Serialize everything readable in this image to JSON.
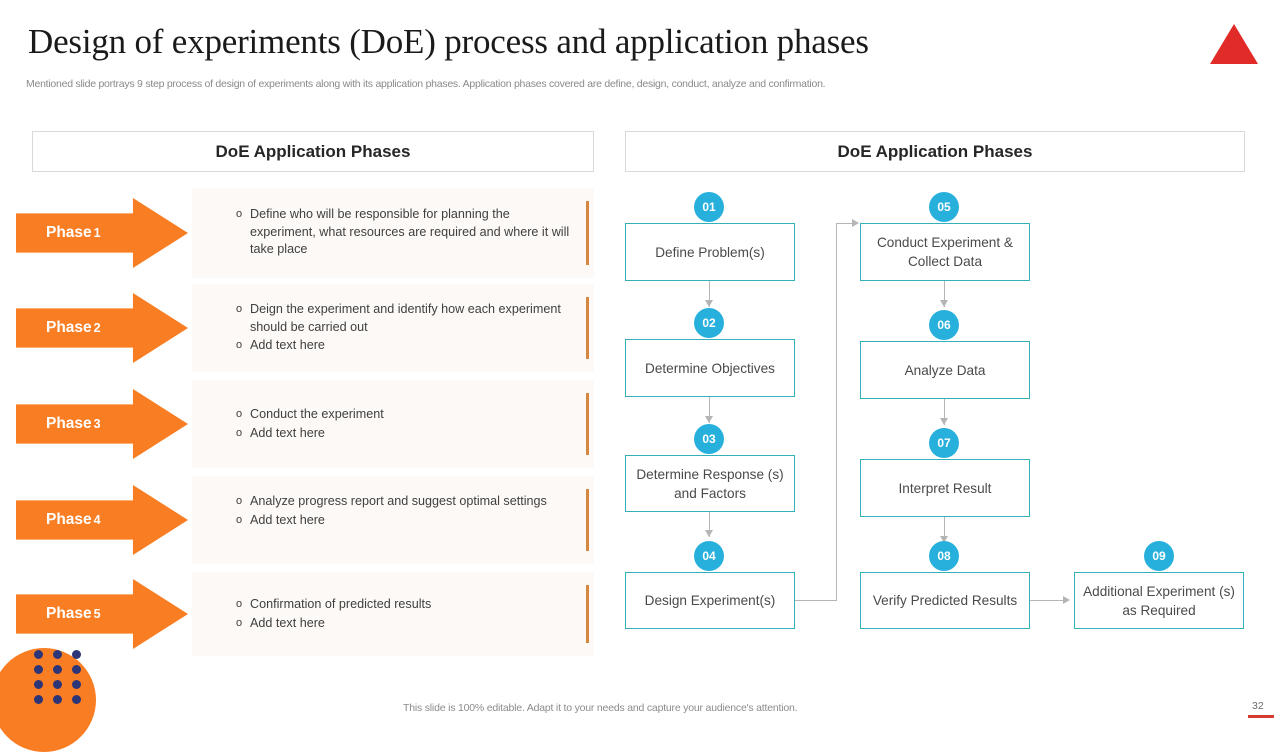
{
  "header": {
    "title": "Design of experiments (DoE) process and application phases",
    "subtitle": "Mentioned slide portrays 9 step process of design of experiments along with its application phases. Application phases covered are define, design, conduct, analyze and confirmation.",
    "logo_icon": "red-triangle-logo"
  },
  "left_panel": {
    "header": "DoE Application Phases",
    "phases": [
      {
        "label": "Phase",
        "number": "1",
        "bullets": [
          "Define who will be responsible for planning the experiment, what resources are required and where it will take place"
        ]
      },
      {
        "label": "Phase",
        "number": "2",
        "bullets": [
          "Deign the experiment and identify how each experiment should be carried out",
          "Add text here"
        ]
      },
      {
        "label": "Phase",
        "number": "3",
        "bullets": [
          "Conduct the experiment",
          "Add text here"
        ]
      },
      {
        "label": "Phase",
        "number": "4",
        "bullets": [
          "Analyze progress report and suggest optimal settings",
          "Add text here"
        ]
      },
      {
        "label": "Phase",
        "number": "5",
        "bullets": [
          "Confirmation of predicted results",
          "Add text here"
        ]
      }
    ]
  },
  "right_panel": {
    "header": "DoE Application Phases",
    "steps": [
      {
        "badge": "01",
        "text": "Define Problem(s)"
      },
      {
        "badge": "02",
        "text": "Determine Objectives"
      },
      {
        "badge": "03",
        "text": "Determine Response (s) and Factors"
      },
      {
        "badge": "04",
        "text": "Design Experiment(s)"
      },
      {
        "badge": "05",
        "text": "Conduct Experiment & Collect Data"
      },
      {
        "badge": "06",
        "text": "Analyze Data"
      },
      {
        "badge": "07",
        "text": "Interpret Result"
      },
      {
        "badge": "08",
        "text": "Verify Predicted Results"
      },
      {
        "badge": "09",
        "text": "Additional Experiment (s) as Required"
      }
    ]
  },
  "footer": {
    "note": "This slide is 100% editable. Adapt it to your needs and capture your audience's attention.",
    "page_number": "32"
  },
  "colors": {
    "orange": "#f97d22",
    "cyan_badge": "#28b0dd",
    "box_border": "#36b0b8",
    "accent_bar": "#d3873f",
    "row_bg": "#fcf9f6",
    "logo_red": "#e12b29",
    "dot_navy": "#2c3577"
  }
}
